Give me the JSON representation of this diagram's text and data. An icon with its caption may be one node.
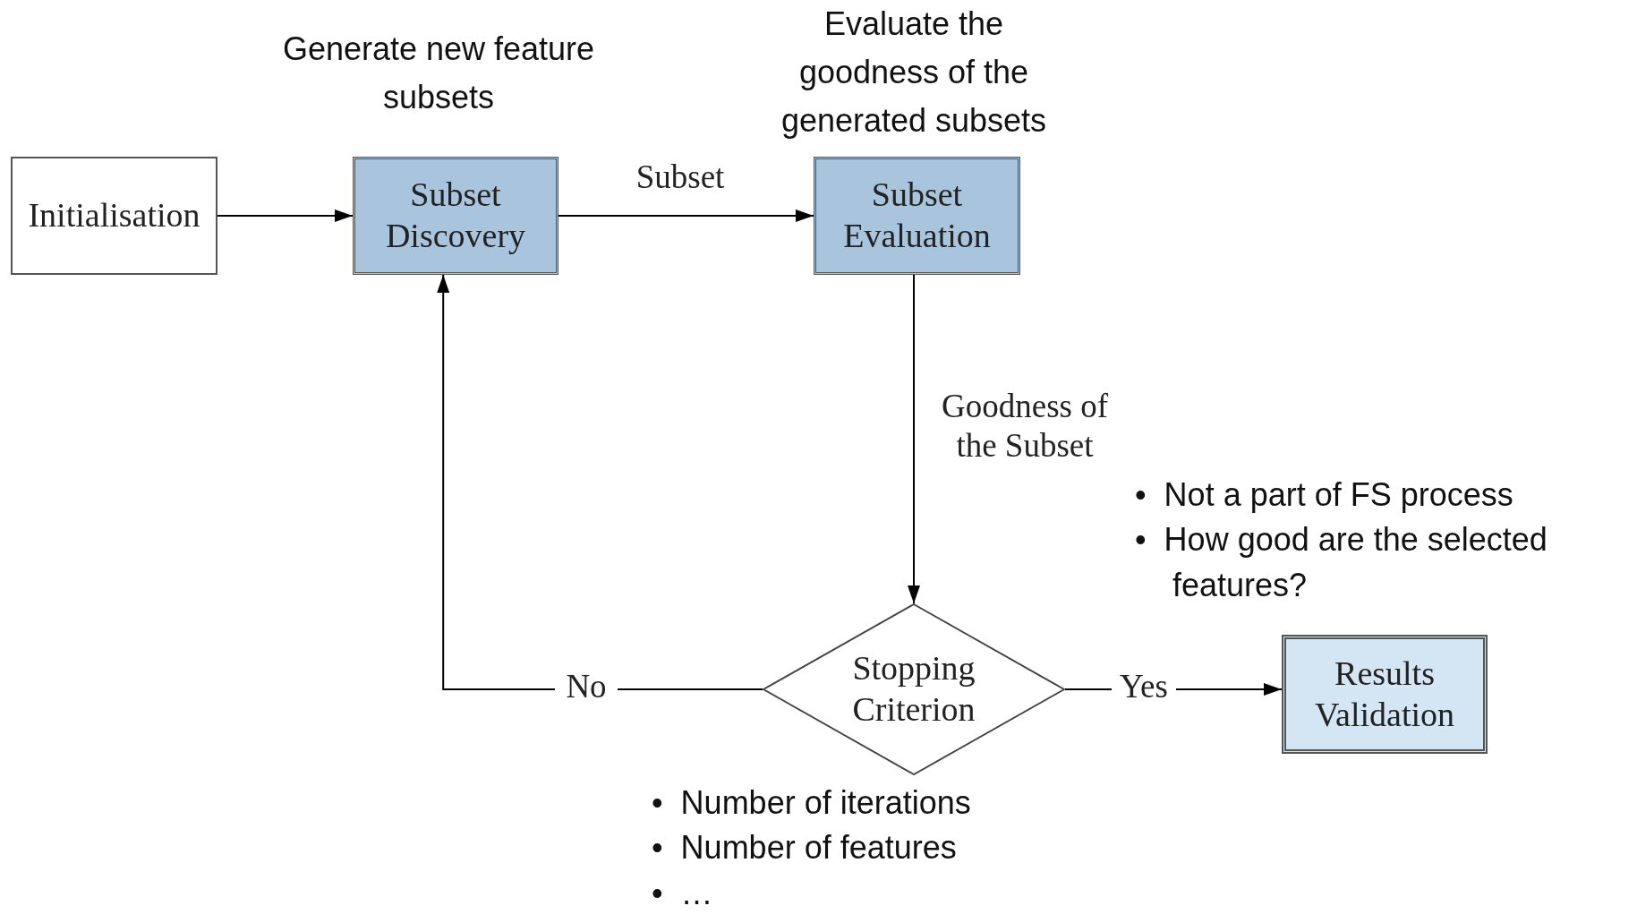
{
  "diagram": {
    "nodes": [
      {
        "text": [
          "Initialisation"
        ]
      },
      {
        "text": [
          "Subset Discovery"
        ],
        "beside": [
          "Generate new feature subsets"
        ]
      },
      {
        "text": [
          "Subset Evaluation"
        ],
        "beside": [
          "Evaluate the goodness of the generated subsets"
        ]
      },
      {
        "text": [
          "Stopping Criterion"
        ],
        "beside": [
          "•  Number of iterations",
          "•  Number of features",
          "•  …"
        ]
      },
      {
        "text": [
          "Results Validation"
        ],
        "beside": [
          "•  Not a part of FS process",
          "•  How good are the selected features?"
        ]
      }
    ],
    "edges": [
      {
        "from": 0,
        "to": 1,
        "arrow": "to"
      },
      {
        "from": 1,
        "to": 2,
        "arrow": "to",
        "label": "Subset"
      },
      {
        "from": 2,
        "to": 3,
        "arrow": "to",
        "label": "Goodness of the Subset"
      },
      {
        "from": 3,
        "to": 1,
        "arrow": "to",
        "label": "No"
      },
      {
        "from": 3,
        "to": 4,
        "arrow": "to",
        "label": "Yes"
      }
    ]
  }
}
